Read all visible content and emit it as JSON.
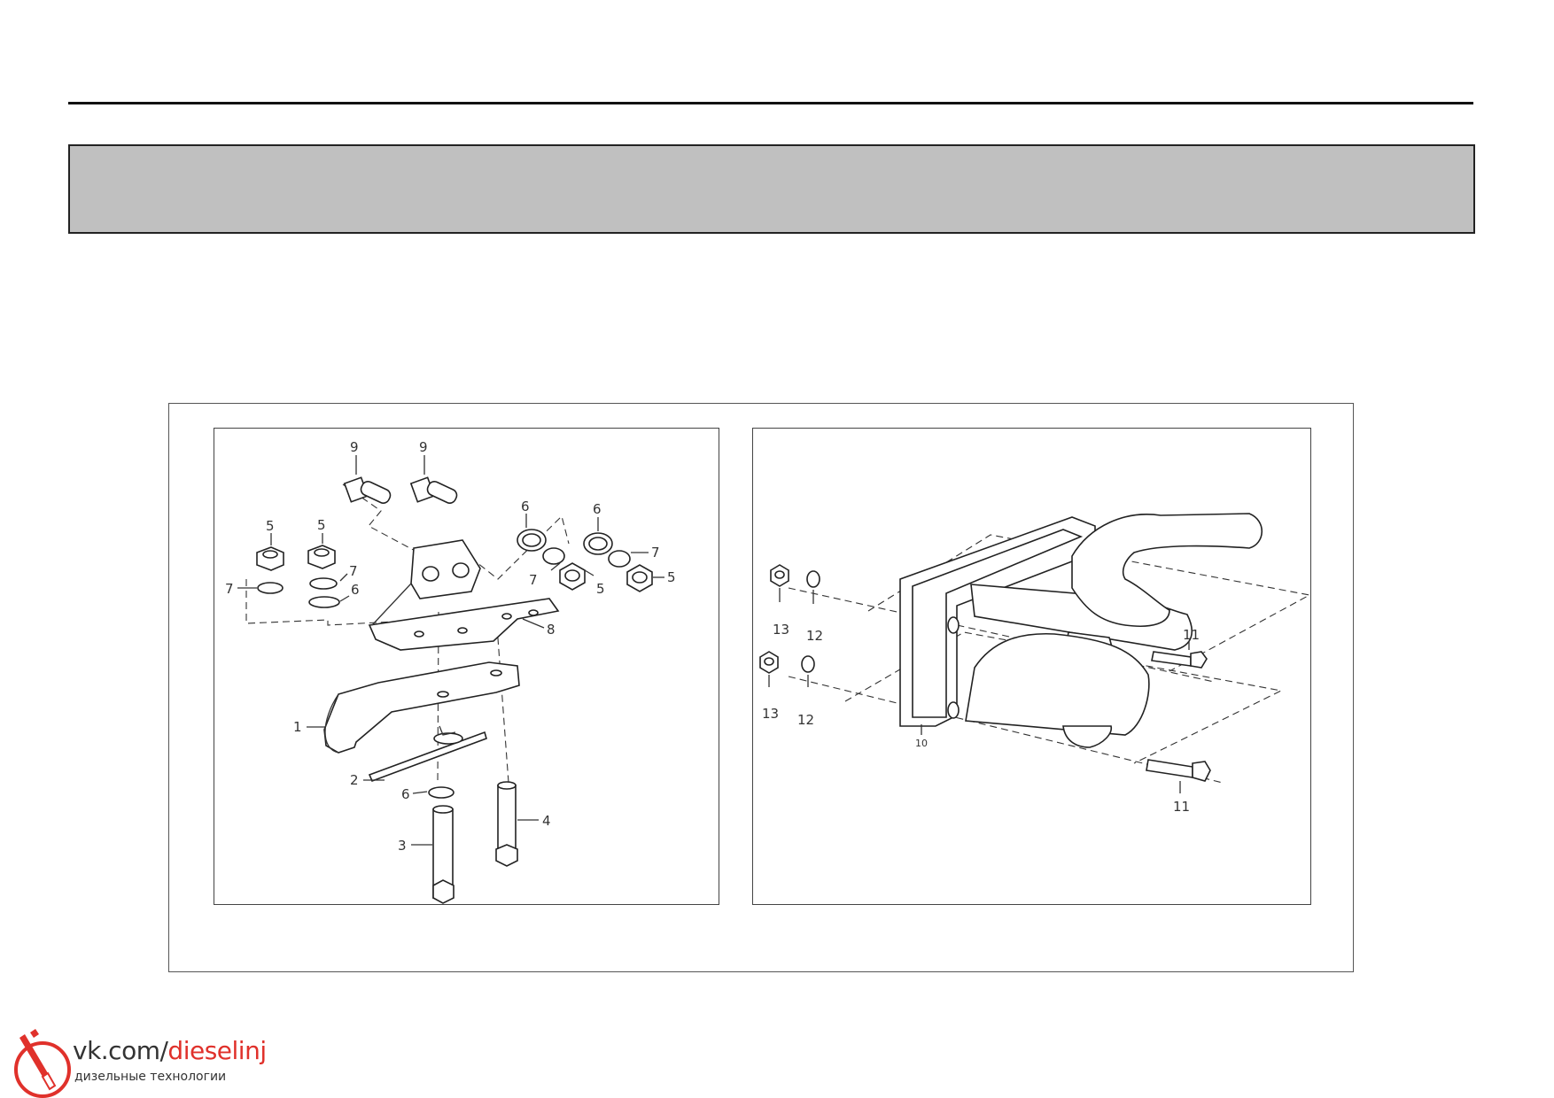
{
  "header": {
    "title_banner_text": ""
  },
  "figure": {
    "left_panel": {
      "callouts": {
        "c1": "1",
        "c2": "2",
        "c3": "3",
        "c4": "4",
        "c5a": "5",
        "c5b": "5",
        "c5c": "5",
        "c5d": "5",
        "c6a": "6",
        "c6b": "6",
        "c6c": "6",
        "c6d": "6",
        "c7a": "7",
        "c7b": "7",
        "c7c": "7",
        "c7d": "7",
        "c8": "8",
        "c9a": "9",
        "c9b": "9"
      }
    },
    "right_panel": {
      "callouts": {
        "c10": "10",
        "c11a": "11",
        "c11b": "11",
        "c12a": "12",
        "c12b": "12",
        "c13a": "13",
        "c13b": "13"
      }
    }
  },
  "watermark": {
    "url_prefix": "vk.com/",
    "url_accent": "dieselinj",
    "subtitle": "дизельные технологии",
    "accent_color": "#e0312b"
  }
}
